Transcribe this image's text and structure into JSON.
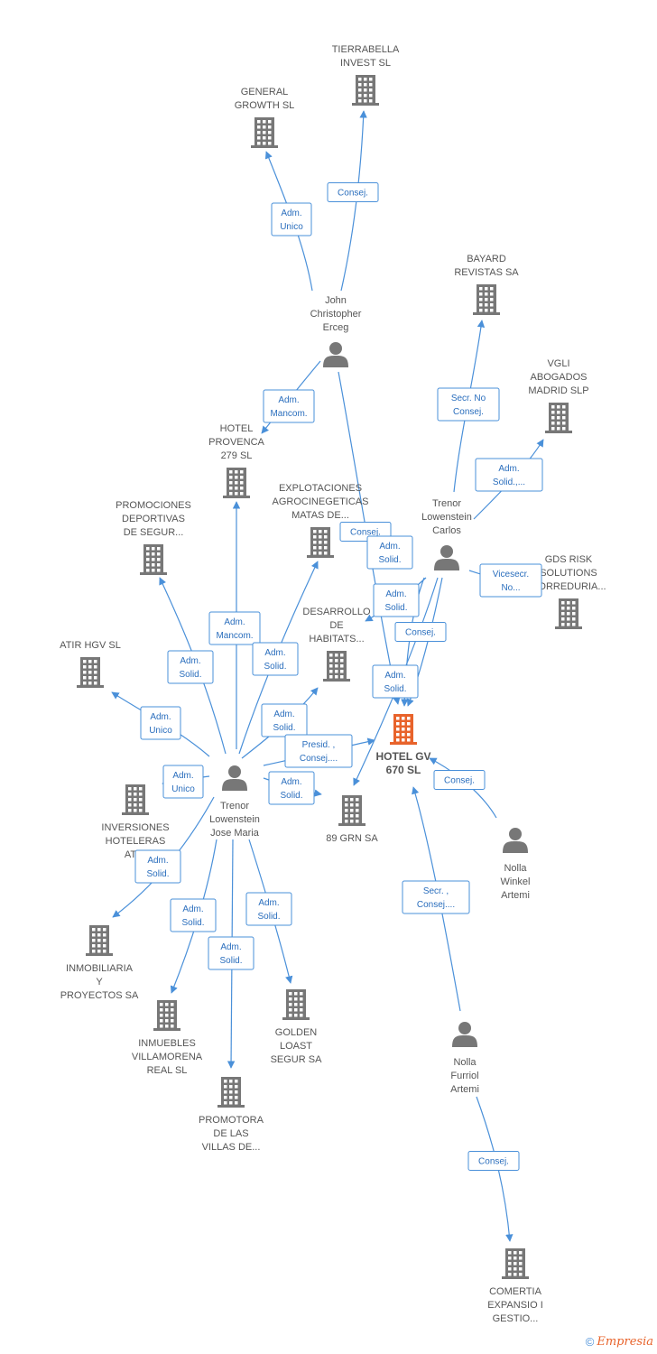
{
  "colors": {
    "edge": "#4a90d9",
    "company": "#777777",
    "center": "#e8632b",
    "person": "#777777",
    "label": "#555555"
  },
  "nodes": [
    {
      "id": "hotel",
      "type": "company",
      "center": true,
      "lines": [
        "HOTEL GV",
        "670 SL"
      ]
    },
    {
      "id": "tierrabella",
      "type": "company",
      "lines": [
        "TIERRABELLA",
        "INVEST SL"
      ]
    },
    {
      "id": "general",
      "type": "company",
      "lines": [
        "GENERAL",
        "GROWTH SL"
      ]
    },
    {
      "id": "john",
      "type": "person",
      "lines": [
        "John",
        "Christopher",
        "Erceg"
      ]
    },
    {
      "id": "bayard",
      "type": "company",
      "lines": [
        "BAYARD",
        "REVISTAS SA"
      ]
    },
    {
      "id": "vgli",
      "type": "company",
      "lines": [
        "VGLI",
        "ABOGADOS",
        "MADRID  SLP"
      ]
    },
    {
      "id": "provenca",
      "type": "company",
      "lines": [
        "HOTEL",
        "PROVENCA",
        "279 SL"
      ]
    },
    {
      "id": "explotaciones",
      "type": "company",
      "lines": [
        "EXPLOTACIONES",
        "AGROCINEGETICAS",
        "MATAS DE..."
      ]
    },
    {
      "id": "promociones",
      "type": "company",
      "lines": [
        "PROMOCIONES",
        "DEPORTIVAS",
        "DE SEGUR..."
      ]
    },
    {
      "id": "carlos",
      "type": "person",
      "lines": [
        "Trenor",
        "Lowenstein",
        "Carlos"
      ]
    },
    {
      "id": "gds",
      "type": "company",
      "lines": [
        "GDS RISK",
        "SOLUTIONS",
        "CORREDURIA..."
      ]
    },
    {
      "id": "desarrollo",
      "type": "company",
      "lines": [
        "DESARROLLO",
        "DE",
        "HABITATS..."
      ]
    },
    {
      "id": "atir",
      "type": "company",
      "lines": [
        "ATIR HGV  SL"
      ]
    },
    {
      "id": "josemaria",
      "type": "person",
      "lines": [
        "Trenor",
        "Lowenstein",
        "Jose Maria"
      ]
    },
    {
      "id": "grn",
      "type": "company",
      "lines": [
        "89 GRN SA"
      ]
    },
    {
      "id": "inversiones",
      "type": "company",
      "lines": [
        "INVERSIONES",
        "HOTELERAS",
        "ATIR"
      ]
    },
    {
      "id": "winkel",
      "type": "person",
      "lines": [
        "Nolla",
        "Winkel",
        "Artemi"
      ]
    },
    {
      "id": "inmobiliaria",
      "type": "company",
      "lines": [
        "INMOBILIARIA",
        "Y",
        "PROYECTOS SA"
      ]
    },
    {
      "id": "inmuebles",
      "type": "company",
      "lines": [
        "INMUEBLES",
        "VILLAMORENA",
        "REAL SL"
      ]
    },
    {
      "id": "golden",
      "type": "company",
      "lines": [
        "GOLDEN",
        "LOAST",
        "SEGUR SA"
      ]
    },
    {
      "id": "furriol",
      "type": "person",
      "lines": [
        "Nolla",
        "Furriol",
        "Artemi"
      ]
    },
    {
      "id": "promotora",
      "type": "company",
      "lines": [
        "PROMOTORA",
        "DE LAS",
        "VILLAS DE..."
      ]
    },
    {
      "id": "comertia",
      "type": "company",
      "lines": [
        "COMERTIA",
        "EXPANSIO I",
        "GESTIO..."
      ]
    }
  ],
  "edges": [
    {
      "from": "john",
      "to": "general",
      "label": [
        "Adm.",
        "Unico"
      ]
    },
    {
      "from": "john",
      "to": "tierrabella",
      "label": [
        "Consej."
      ]
    },
    {
      "from": "john",
      "to": "provenca",
      "label": [
        "Adm.",
        "Mancom."
      ]
    },
    {
      "from": "john",
      "to": "hotel",
      "label": [
        "Consej."
      ]
    },
    {
      "from": "carlos",
      "to": "bayard",
      "label": [
        "Secr.  No",
        "Consej."
      ]
    },
    {
      "from": "carlos",
      "to": "vgli",
      "label": [
        "Adm.",
        "Solid.,..."
      ]
    },
    {
      "from": "carlos",
      "to": "hotel",
      "label": [
        "Adm.",
        "Solid."
      ]
    },
    {
      "from": "carlos",
      "to": "desarrollo",
      "label": [
        "Adm.",
        "Solid."
      ]
    },
    {
      "from": "carlos",
      "to": "gds",
      "label": [
        "Vicesecr.",
        "No..."
      ]
    },
    {
      "from": "carlos",
      "to": "grn",
      "label": [
        "Consej."
      ]
    },
    {
      "from": "carlos",
      "to": "hotel",
      "label": [
        "Adm.",
        "Solid."
      ]
    },
    {
      "from": "josemaria",
      "to": "provenca",
      "label": [
        "Adm.",
        "Mancom."
      ]
    },
    {
      "from": "josemaria",
      "to": "explotaciones",
      "label": [
        "Adm.",
        "Solid."
      ]
    },
    {
      "from": "josemaria",
      "to": "promociones",
      "label": [
        "Adm.",
        "Solid."
      ]
    },
    {
      "from": "josemaria",
      "to": "desarrollo",
      "label": [
        "Adm.",
        "Solid."
      ]
    },
    {
      "from": "josemaria",
      "to": "atir",
      "label": [
        "Adm.",
        "Unico"
      ]
    },
    {
      "from": "josemaria",
      "to": "hotel",
      "label": [
        "Presid. ,",
        "Consej...."
      ]
    },
    {
      "from": "josemaria",
      "to": "grn",
      "label": [
        "Adm.",
        "Solid."
      ]
    },
    {
      "from": "josemaria",
      "to": "inversiones",
      "label": [
        "Adm.",
        "Unico"
      ]
    },
    {
      "from": "josemaria",
      "to": "inmobiliaria",
      "label": [
        "Adm.",
        "Solid."
      ]
    },
    {
      "from": "josemaria",
      "to": "inmuebles",
      "label": [
        "Adm.",
        "Solid."
      ]
    },
    {
      "from": "josemaria",
      "to": "promotora",
      "label": [
        "Adm.",
        "Solid."
      ]
    },
    {
      "from": "josemaria",
      "to": "golden",
      "label": [
        "Adm.",
        "Solid."
      ]
    },
    {
      "from": "winkel",
      "to": "hotel",
      "label": [
        "Consej."
      ]
    },
    {
      "from": "furriol",
      "to": "hotel",
      "label": [
        "Secr. ,",
        "Consej...."
      ]
    },
    {
      "from": "furriol",
      "to": "comertia",
      "label": [
        "Consej."
      ]
    }
  ],
  "footer": {
    "symbol": "©",
    "brand": "Empresia"
  }
}
